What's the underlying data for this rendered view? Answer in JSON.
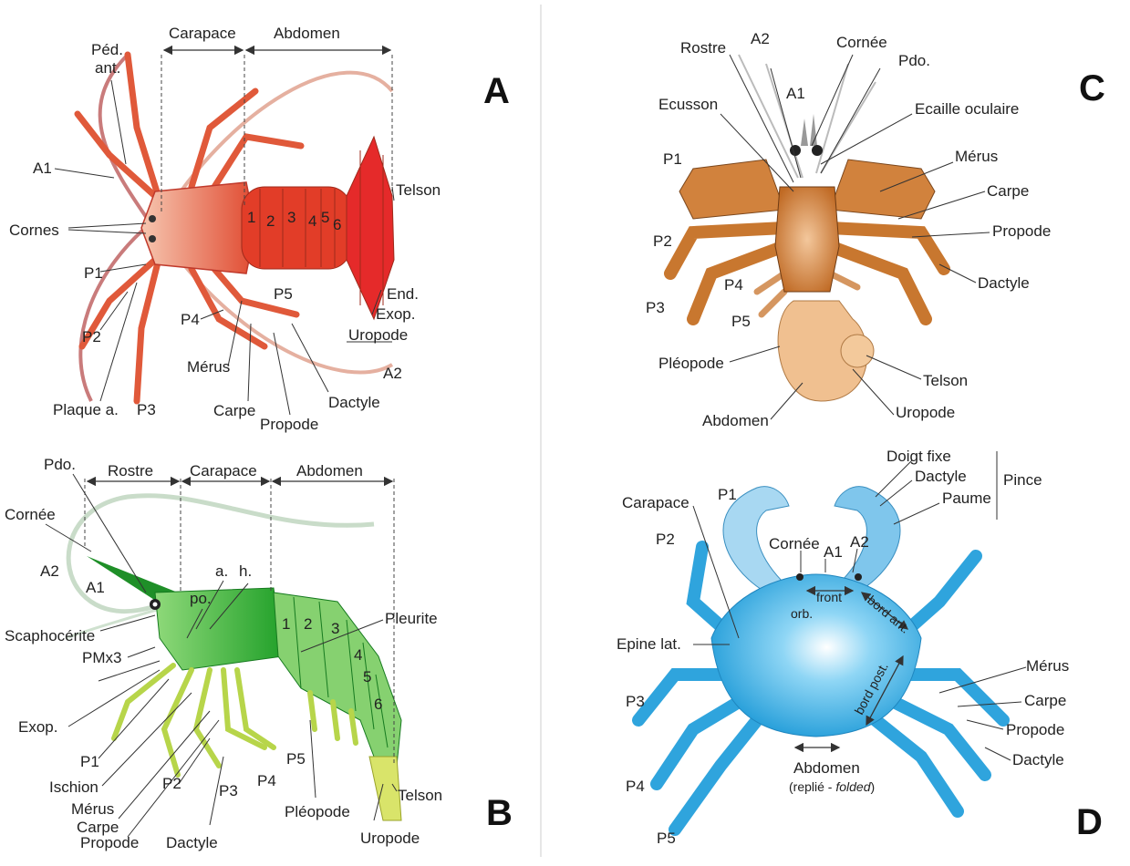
{
  "colors": {
    "lobster": "#e64a2e",
    "shrimp": "#3fb43a",
    "hermit": "#c8732e",
    "crab": "#29a8e0"
  },
  "panel_a": {
    "letter": "A",
    "span_carapace": "Carapace",
    "span_abdomen": "Abdomen",
    "ped_ant_1": "Péd.",
    "ped_ant_2": "ant.",
    "a1": "A1",
    "cornes": "Cornes",
    "p1": "P1",
    "p2": "P2",
    "plaque": "Plaque a.",
    "p3": "P3",
    "p4": "P4",
    "p5": "P5",
    "merus": "Mérus",
    "carpe": "Carpe",
    "propode": "Propode",
    "dactyle": "Dactyle",
    "a2": "A2",
    "telson": "Telson",
    "end": "End.",
    "exop": "Exop.",
    "uropode": "Uropode",
    "seg": [
      "1",
      "2",
      "3",
      "4",
      "5",
      "6"
    ]
  },
  "panel_b": {
    "letter": "B",
    "span_rostre": "Rostre",
    "span_carapace": "Carapace",
    "span_abdomen": "Abdomen",
    "pdo": "Pdo.",
    "cornee": "Cornée",
    "a2": "A2",
    "a1": "A1",
    "po": "po.",
    "a": "a.",
    "h": "h.",
    "pleurite": "Pleurite",
    "scapho": "Scaphocérite",
    "pmx3": "PMx3",
    "exop": "Exop.",
    "p1": "P1",
    "ischion": "Ischion",
    "merus": "Mérus",
    "carpe": "Carpe",
    "propode": "Propode",
    "p2": "P2",
    "dactyle": "Dactyle",
    "p3": "P3",
    "p4": "P4",
    "p5": "P5",
    "pleopode": "Pléopode",
    "uropode": "Uropode",
    "telson": "Telson",
    "seg": [
      "1",
      "2",
      "3",
      "4",
      "5",
      "6"
    ]
  },
  "panel_c": {
    "letter": "C",
    "rostre": "Rostre",
    "a2": "A2",
    "a1": "A1",
    "cornee": "Cornée",
    "pdo": "Pdo.",
    "ecusson": "Ecusson",
    "ecaille": "Ecaille oculaire",
    "p1": "P1",
    "merus": "Mérus",
    "carpe": "Carpe",
    "propode": "Propode",
    "p2": "P2",
    "dactyle": "Dactyle",
    "p3": "P3",
    "p4": "P4",
    "p5": "P5",
    "pleopode": "Pléopode",
    "telson": "Telson",
    "uropode": "Uropode",
    "abdomen": "Abdomen"
  },
  "panel_d": {
    "letter": "D",
    "doigt": "Doigt fixe",
    "dactyle_pince": "Dactyle",
    "paume": "Paume",
    "pince": "Pince",
    "carapace": "Carapace",
    "p1": "P1",
    "p2": "P2",
    "cornee": "Cornée",
    "a1": "A1",
    "a2": "A2",
    "front": "front",
    "orb": "orb.",
    "bord_ant": "bord ant.",
    "epine": "Epine lat.",
    "bord_post": "bord post.",
    "merus": "Mérus",
    "carpe": "Carpe",
    "propode": "Propode",
    "dactyle": "Dactyle",
    "p3": "P3",
    "p4": "P4",
    "p5": "P5",
    "abdomen": "Abdomen",
    "replie": "(replié - ",
    "folded": "folded",
    ")": ")"
  }
}
